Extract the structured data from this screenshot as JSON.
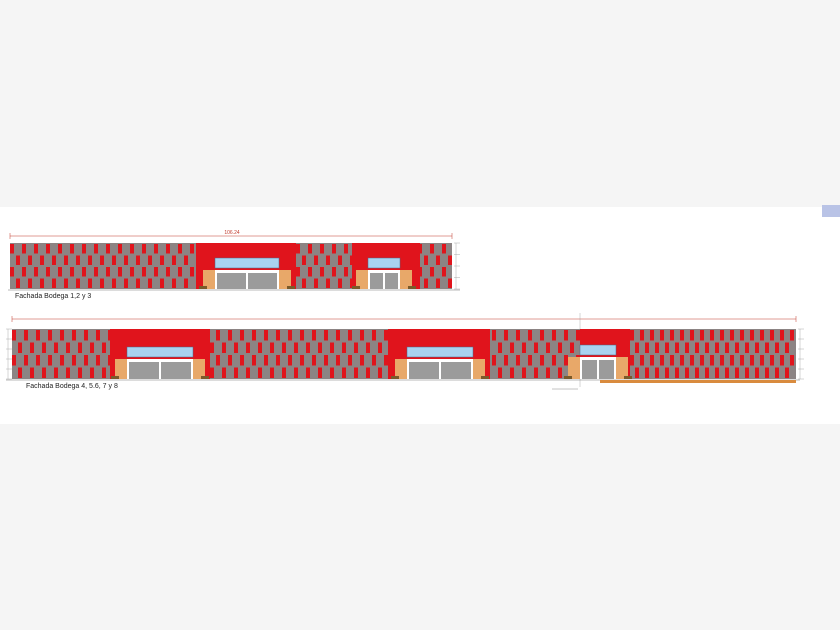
{
  "drawing": {
    "captions": {
      "facade_a": "Fachada Bodega 1,2 y 3",
      "facade_b": "Fachada Bodega 4, 5.6, 7 y 8"
    },
    "dimensions": {
      "top_overall": "106.24"
    },
    "colors": {
      "panel_red": "#e0141c",
      "panel_gray": "#8c8484",
      "window_blue": "#a9d3f0",
      "door_gray": "#9b9b9b",
      "pier_tan": "#e8a869",
      "dimension_line": "#c0392b",
      "footing": "#d98b3e"
    },
    "icons": {
      "corner": "page-corner-icon"
    }
  }
}
